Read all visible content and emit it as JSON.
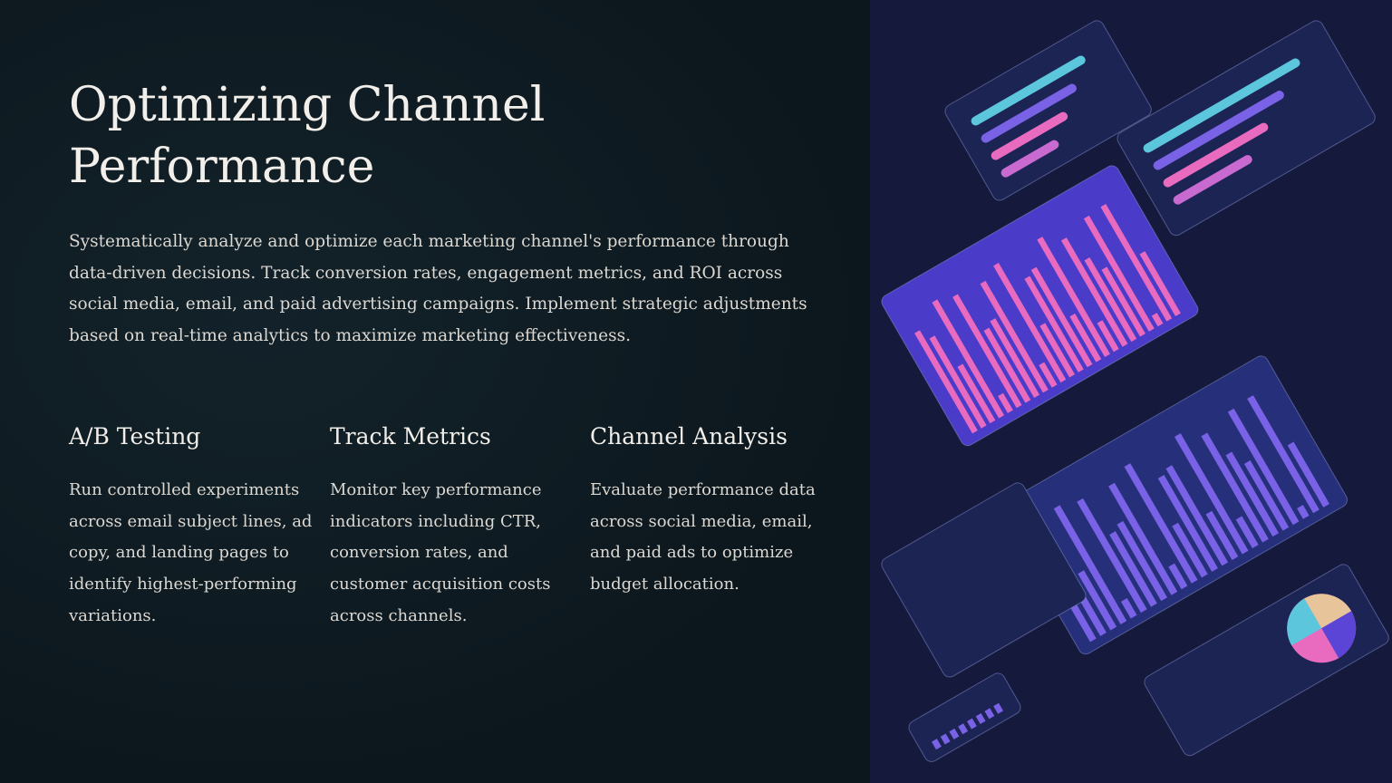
{
  "title": "Optimizing Channel Performance",
  "intro": "Systematically analyze and optimize each marketing channel's performance through data-driven decisions. Track conversion rates, engagement metrics, and ROI across social media, email, and paid advertising campaigns. Implement strategic adjustments based on real-time analytics to maximize marketing effectiveness.",
  "columns": [
    {
      "heading": "A/B Testing",
      "text": "Run controlled experiments across email subject lines, ad copy, and landing pages to identify highest-performing variations."
    },
    {
      "heading": "Track Metrics",
      "text": "Monitor key performance indicators including CTR, conversion rates, and customer acquisition costs across channels."
    },
    {
      "heading": "Channel Analysis",
      "text": "Evaluate performance data across social media, email, and paid ads to optimize budget allocation."
    }
  ],
  "colors": {
    "background": "#0c171d",
    "illustration_bg": "#151a3c",
    "accent_purple": "#5b45d6",
    "accent_pink": "#e35fb0",
    "accent_cyan": "#5cc7dc"
  }
}
